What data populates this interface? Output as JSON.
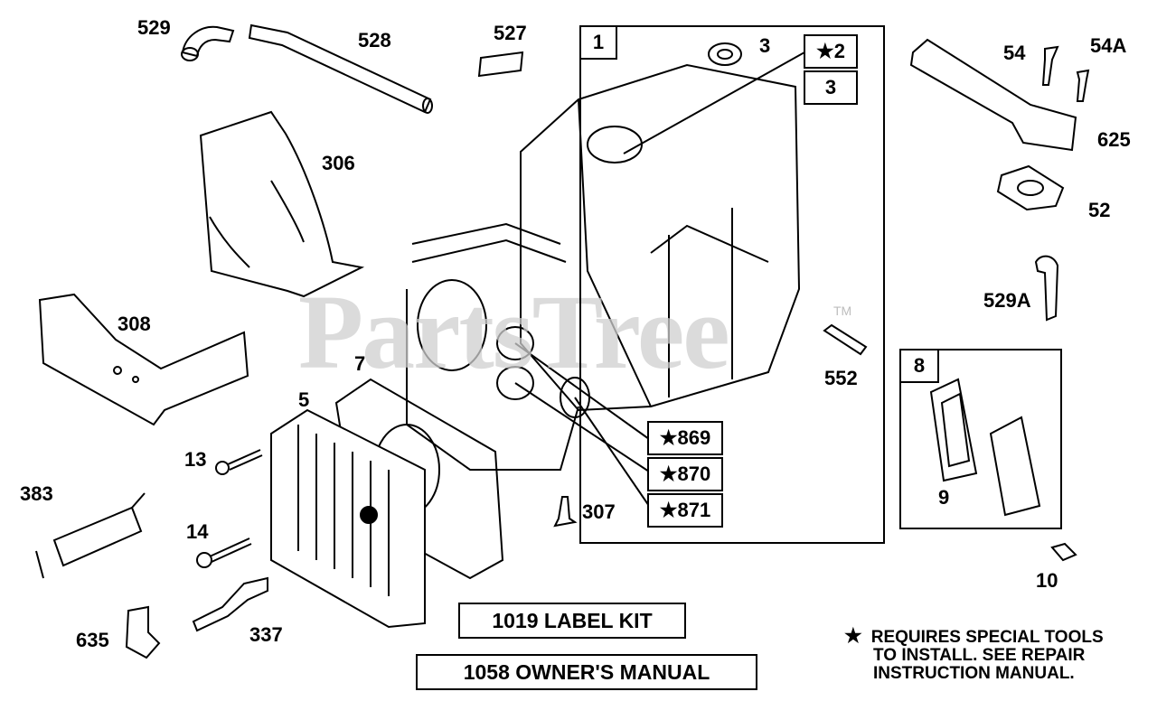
{
  "watermark": "PartsTree",
  "trademark": "TM",
  "parts": {
    "p529": "529",
    "p528": "528",
    "p527": "527",
    "p306": "306",
    "p308": "308",
    "p7": "7",
    "p5": "5",
    "p13": "13",
    "p383": "383",
    "p14": "14",
    "p635": "635",
    "p337": "337",
    "p3": "3",
    "p307": "307",
    "p54": "54",
    "p54a": "54A",
    "p625": "625",
    "p52": "52",
    "p529a": "529A",
    "p552": "552",
    "p9": "9",
    "p10": "10"
  },
  "callouts": {
    "box1": "1",
    "box2": "★2",
    "box3": "3",
    "box8": "8",
    "box869": "★869",
    "box870": "★870",
    "box871": "★871"
  },
  "kits": {
    "label_kit": "1019 LABEL KIT",
    "owners_manual": "1058 OWNER'S MANUAL"
  },
  "note": {
    "star": "★",
    "line1": "REQUIRES SPECIAL TOOLS",
    "line2": "TO INSTALL.  SEE REPAIR",
    "line3": "INSTRUCTION MANUAL."
  }
}
